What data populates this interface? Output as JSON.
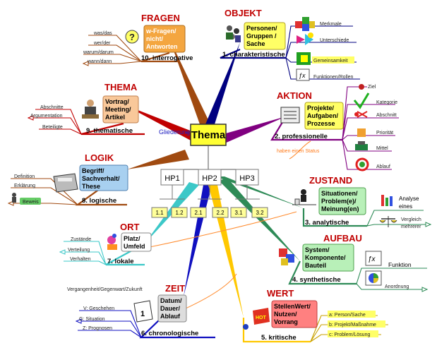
{
  "center": {
    "title": "Thema",
    "note": "Gliederung",
    "colors": {
      "box": "#ffff33",
      "border": "#333333"
    }
  },
  "hp_boxes": [
    "HP1",
    "HP2",
    "HP3"
  ],
  "sub_boxes": [
    "1.1",
    "1.2",
    "2.1",
    "2.2",
    "3.1",
    "3.2"
  ],
  "aktion_note": "haben einen Status",
  "zeit_note": "Vergangenheit/Gegenwart/Zukunft",
  "branches": {
    "fragen": {
      "topic": "FRAGEN",
      "box": [
        "w-Fragen/",
        "nicht/",
        "Antworten"
      ],
      "label": "10. interrogative",
      "items": [
        "was/das",
        "wer/der",
        "warum/darum",
        "wann/dann"
      ]
    },
    "objekt": {
      "topic": "OBJEKT",
      "box": [
        "Personen/",
        "Gruppen /",
        "Sache"
      ],
      "label": "1. charakteristische",
      "items": [
        "Merkmale",
        "Unterschiede",
        "Gemeinsamkeit",
        "Funktionen/Rollen"
      ]
    },
    "thema": {
      "topic": "THEMA",
      "box": [
        "Vortrag/",
        "Meeting/",
        "Artikel"
      ],
      "label": "9. thematische",
      "items": [
        "Abschnitte",
        "Argumentation",
        "Beteiligte"
      ]
    },
    "aktion": {
      "topic": "AKTION",
      "box": [
        "Projekte/",
        "Aufgaben/",
        "Prozesse"
      ],
      "label": "2. professionelle",
      "items": [
        "Ziel",
        "Kategorie",
        "Abschnitt",
        "Priorität",
        "Mittel",
        "Ablauf"
      ]
    },
    "logik": {
      "topic": "LOGIK",
      "box": [
        "Begriff/",
        "Sachverhalt/",
        "These"
      ],
      "label": "8. logische",
      "items": [
        "Definition",
        "Erklärung",
        "Beweis"
      ]
    },
    "zustand": {
      "topic": "ZUSTAND",
      "box": [
        "Situationen/",
        "Problem(e)/",
        "Meinung(en)"
      ],
      "label": "3. analytische",
      "items": [
        "Analyse",
        "eines",
        "Vergleich",
        "mehrerer"
      ]
    },
    "ort": {
      "topic": "ORT",
      "box": [
        "Platz/",
        "Umfeld"
      ],
      "label": "7. lokale",
      "items": [
        "Zustände",
        "Verteilung",
        "Verhalten"
      ]
    },
    "aufbau": {
      "topic": "AUFBAU",
      "box": [
        "System/",
        "Komponente/",
        "Bauteil"
      ],
      "label": "4. synthetische",
      "items": [
        "Funktion",
        "Anordnung"
      ]
    },
    "zeit": {
      "topic": "ZEIT",
      "box": [
        "Datum/",
        "Dauer/",
        "Ablauf"
      ],
      "label": "6. chronologische",
      "items": [
        "V: Geschehen",
        "G: Situation",
        "Z: Prognosen"
      ]
    },
    "wert": {
      "topic": "WERT",
      "box": [
        "StellenWert/",
        "Nutzen/",
        "Vorrang"
      ],
      "label": "5. kritische",
      "items": [
        "a: Person/Sache",
        "b: Projekt/Maßnahme",
        "c: Problem/Lösung"
      ]
    }
  },
  "colors": {
    "topic": "#c00000",
    "fragen": "#f4a640",
    "objekt": "#ffff66",
    "thema": "#f9c89a",
    "aktion": "#ffff66",
    "logik": "#a8d0f0",
    "zustand": "#b8f0b8",
    "ort": "#ffffff",
    "aufbau": "#b8f0b8",
    "zeit": "#dddddd",
    "wert": "#ff8080",
    "spoke_brown": "#a04a10",
    "spoke_red": "#c00000",
    "spoke_navy": "#000080",
    "spoke_purple": "#800080",
    "spoke_green": "#2e8b57",
    "spoke_teal": "#3cc8c8",
    "spoke_blue": "#1010c0",
    "spoke_yellow": "#ffc800"
  }
}
